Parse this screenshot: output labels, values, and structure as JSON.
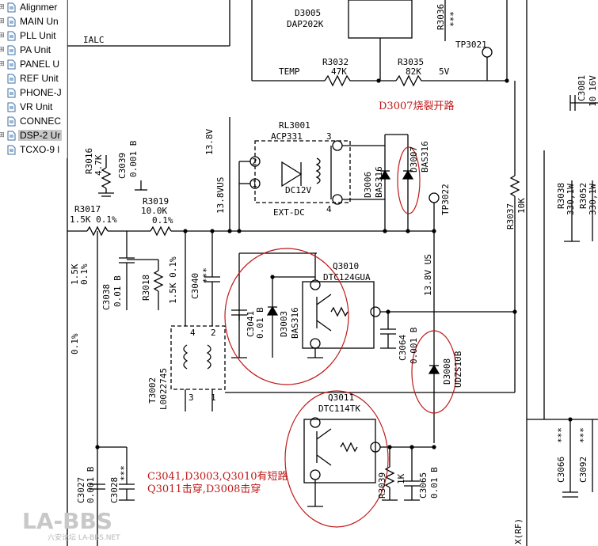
{
  "tree": {
    "items": [
      {
        "label": "Alignmer",
        "selected": false
      },
      {
        "label": "MAIN Un",
        "selected": false
      },
      {
        "label": "PLL Unit",
        "selected": false
      },
      {
        "label": "PA Unit",
        "selected": false
      },
      {
        "label": "PANEL U",
        "selected": false
      },
      {
        "label": "REF Unit",
        "selected": false
      },
      {
        "label": "PHONE-J",
        "selected": false
      },
      {
        "label": "VR Unit",
        "selected": false
      },
      {
        "label": "CONNEC",
        "selected": false
      },
      {
        "label": "DSP-2 Ur",
        "selected": true
      },
      {
        "label": "TCXO-9 l",
        "selected": false
      }
    ]
  },
  "labels": {
    "ialc": "IALC",
    "d3005": "D3005",
    "dap202k": "DAP202K",
    "r3036": "R3036",
    "r3036_val": "***",
    "tp3021": "TP3021",
    "c3081": "C3081",
    "c3081_val": "10 16V",
    "temp": "TEMP",
    "r3032": "R3032",
    "r3032_val": "47K",
    "r3035": "R3035",
    "r3035_val": "82K",
    "v5": "5V",
    "v138": "13.8V",
    "rl3001": "RL3001",
    "acp331": "ACP331",
    "pin3": "3",
    "pin2": "2",
    "pin1": "1",
    "pin4": "4",
    "dc12v": "DC12V",
    "extdc": "EXT-DC",
    "d3006": "D3006",
    "d3006_val": "BAS316",
    "d3007": "D3007",
    "d3007_val": "BAS316",
    "r3016": "R3016",
    "r3016_val": "4.7K",
    "c3039": "C3039",
    "c3039_val": "0.001 B",
    "v138vus": "13.8VUS",
    "tp3022": "TP3022",
    "r3037": "R3037",
    "r3037_val": "10K",
    "r3038": "R3038",
    "r3038_val": "330,1W",
    "r3052": "R3052",
    "r3052_val": "330,1W",
    "r3017": "R3017",
    "r3017_val": "1.5K 0.1%",
    "r3019": "R3019",
    "r3019_val": "10.0K",
    "r3019_tol": "0.1%",
    "left_res_val": "1.5K",
    "left_res_tol": "0.1%",
    "c3038": "C3038",
    "c3038_val": "0.01 B",
    "r3018": "R3018",
    "r3018_val": "1.5K 0.1%",
    "c3040": "C3040",
    "c3040_val": "***",
    "q3010": "Q3010",
    "q3010_val": "DTC124GUA",
    "v138us": "13.8V US",
    "c3041": "C3041",
    "c3041_val": "0.01 B",
    "d3003": "D3003",
    "d3003_val": "BAS316",
    "c3064": "C3064",
    "c3064_val": "0.001 B",
    "left_tol2": "0.1%",
    "t3002": "T3002",
    "t3002_val": "L0022745",
    "t_pin4": "4",
    "t_pin2": "2",
    "t_pin3": "3",
    "t_pin1": "1",
    "d3008": "D3008",
    "d3008_val": "UDZS10B",
    "q3011": "Q3011",
    "q3011_val": "DTC114TK",
    "c3027": "C3027",
    "c3027_val": "0.001 B",
    "c3028": "C3028",
    "c3028_val": "***",
    "r3039": "R3039",
    "r3039_val": "1K",
    "c3065": "C3065",
    "c3065_val": "0.01 B",
    "c3066": "C3066",
    "c3066_val": "***",
    "c3092": "C3092",
    "c3092_val": "***",
    "xrf": "X(RF)"
  },
  "annotations": {
    "note1": "D3007烧裂开路",
    "note2_line1": "C3041,D3003,Q3010有短路",
    "note2_line2": "Q3011击穿,D3008击穿",
    "color": "#c01818"
  },
  "watermark": {
    "logo": "LA-BBS",
    "subtitle": "六安论坛 LA-BBS.NET"
  }
}
